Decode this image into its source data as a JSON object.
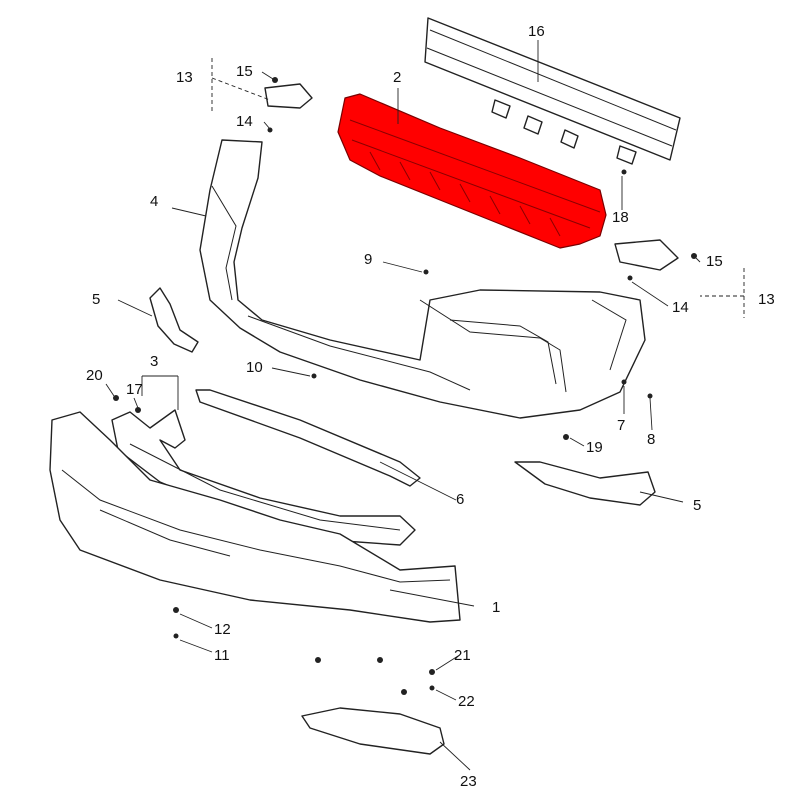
{
  "diagram": {
    "highlight_color": "#ff0000",
    "line_color": "#222222",
    "callouts": [
      {
        "id": "c1",
        "label": "1"
      },
      {
        "id": "c2",
        "label": "2"
      },
      {
        "id": "c3",
        "label": "3"
      },
      {
        "id": "c4",
        "label": "4"
      },
      {
        "id": "c5a",
        "label": "5"
      },
      {
        "id": "c5b",
        "label": "5"
      },
      {
        "id": "c6",
        "label": "6"
      },
      {
        "id": "c7",
        "label": "7"
      },
      {
        "id": "c8",
        "label": "8"
      },
      {
        "id": "c9",
        "label": "9"
      },
      {
        "id": "c10",
        "label": "10"
      },
      {
        "id": "c11",
        "label": "11"
      },
      {
        "id": "c12",
        "label": "12"
      },
      {
        "id": "c13a",
        "label": "13"
      },
      {
        "id": "c13b",
        "label": "13"
      },
      {
        "id": "c14a",
        "label": "14"
      },
      {
        "id": "c14b",
        "label": "14"
      },
      {
        "id": "c15a",
        "label": "15"
      },
      {
        "id": "c15b",
        "label": "15"
      },
      {
        "id": "c16",
        "label": "16"
      },
      {
        "id": "c17",
        "label": "17"
      },
      {
        "id": "c18",
        "label": "18"
      },
      {
        "id": "c19",
        "label": "19"
      },
      {
        "id": "c20",
        "label": "20"
      },
      {
        "id": "c21",
        "label": "21"
      },
      {
        "id": "c22",
        "label": "22"
      },
      {
        "id": "c23",
        "label": "23"
      }
    ]
  }
}
